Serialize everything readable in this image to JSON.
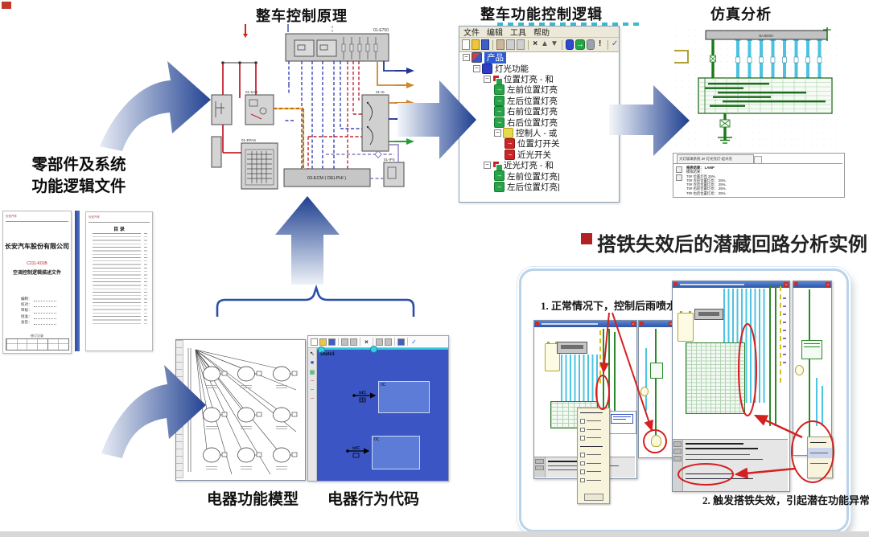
{
  "headings": {
    "principle": "整车控制原理",
    "logic": "整车功能控制逻辑",
    "simulation": "仿真分析"
  },
  "left_label": {
    "line1": "零部件及系统",
    "line2": "功能逻辑文件"
  },
  "documents": {
    "doc1": {
      "header": "长安汽车",
      "company": "长安汽车股份有限公司",
      "code": "C211-K01B",
      "title": "空调控制逻辑描述文件",
      "form_labels": [
        "编制：",
        "校对：",
        "审核：",
        "批准：",
        "会签："
      ],
      "table_caption": "修订记录"
    },
    "doc2": {
      "header": "长安汽车",
      "toc_title": "目  录"
    }
  },
  "wiring": {
    "e750": "01-E750",
    "sas": "01-SAS",
    "epas": "01-EPAS",
    "ecm": "03-ECM ( DELPHI )",
    "is_box": "01-IS",
    "ips": "01-IPS"
  },
  "tree_window": {
    "menu": [
      "文件",
      "编辑",
      "工具",
      "帮助"
    ],
    "toolbar": [
      "new",
      "open",
      "save",
      "sep",
      "tool",
      "copy",
      "paste",
      "sep",
      "del",
      "up",
      "down",
      "sep",
      "blue",
      "green",
      "gray",
      "bang",
      "sep",
      "check"
    ],
    "items": [
      {
        "label": "产品",
        "level": 0,
        "icon": "product",
        "selected": true,
        "exp": true
      },
      {
        "label": "灯光功能",
        "level": 1,
        "icon": "blue",
        "exp": true
      },
      {
        "label": "位置灯亮 - 和",
        "level": 2,
        "icon": "and",
        "exp": true
      },
      {
        "label": "左前位置灯亮",
        "level": 3,
        "icon": "green"
      },
      {
        "label": "左后位置灯亮",
        "level": 3,
        "icon": "green"
      },
      {
        "label": "右前位置灯亮",
        "level": 3,
        "icon": "green"
      },
      {
        "label": "右后位置灯亮",
        "level": 3,
        "icon": "green"
      },
      {
        "label": "控制人 - 或",
        "level": 3,
        "icon": "yellow",
        "exp": true
      },
      {
        "label": "位置灯开关",
        "level": 4,
        "icon": "red"
      },
      {
        "label": "近光开关",
        "level": 4,
        "icon": "red"
      },
      {
        "label": "近光灯亮 - 和",
        "level": 2,
        "icon": "and",
        "exp": true
      },
      {
        "label": "左前位置灯亮|",
        "level": 3,
        "icon": "green"
      },
      {
        "label": "左后位置灯亮|",
        "level": 3,
        "icon": "green"
      }
    ]
  },
  "simulation_view": {
    "bus_label": "BAJBOM",
    "result_tab": "大灯玻璃系统 3# 灯光亮灯-起水亮",
    "result_lines": [
      "报表结果： LAMP",
      "模拟结果：",
      "T0# 位置灯亮 25%.",
      "T0# 左前位置灯亮： 25%.",
      "T0# 左后位置灯亮： 25%.",
      "T0# 右前位置灯亮： 25%.",
      "T0# 右后位置灯亮： 25%."
    ]
  },
  "captions": {
    "model": "电器功能模型",
    "code": "电器行为代码"
  },
  "code_window": {
    "state": "State1",
    "box1": "0C",
    "box2": "0C",
    "arrow1": "tdC",
    "arrow2": "tdC"
  },
  "example": {
    "heading": "搭铁失效后的潜藏回路分析实例",
    "note1": "1. 正常情况下，控制后雨喷水",
    "note2": "2. 触发搭铁失效，引起潜在功能异常"
  },
  "colors": {
    "arrow_dark": "#1e3f90",
    "arrow_light": "#eef2f8",
    "red_mark": "#d42020",
    "bullet": "#b22222",
    "cyan_line": "#4cc4e2",
    "green_line": "#1d6e1d"
  }
}
